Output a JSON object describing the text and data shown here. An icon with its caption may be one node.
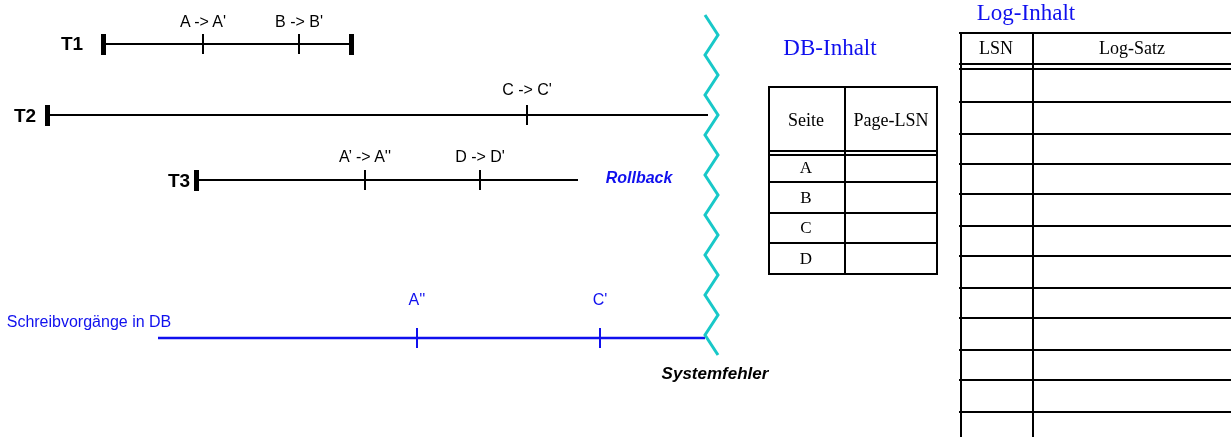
{
  "diagram": {
    "labels": [
      "T1",
      "A -> A'",
      "B -> B'",
      "T2",
      "C -> C'",
      "T3",
      "A’ -> A''",
      "D -> D'",
      "Rollback",
      "Schreibvorgänge in DB",
      "A''",
      "C'",
      "Systemfehler",
      "DB-Inhalt",
      "Seite",
      "Page-LSN",
      "A",
      "B",
      "C",
      "D",
      "Log-Inhalt",
      "LSN",
      "Log-Satz"
    ]
  }
}
